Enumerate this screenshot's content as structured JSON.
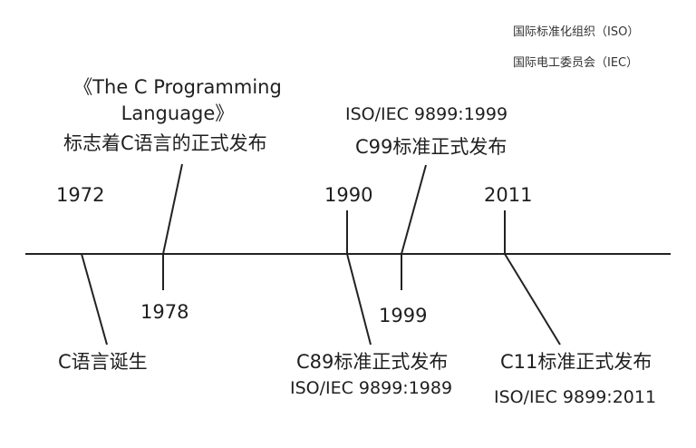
{
  "legend": {
    "iso": "国际标准化组织（ISO）",
    "iec": "国际电工委员会（IEC）"
  },
  "events": [
    {
      "year": "1972",
      "label": "C语言诞生"
    },
    {
      "year": "1978",
      "label_line1": "《The C Programming",
      "label_line2": "Language》",
      "label_line3": "标志着C语言的正式发布"
    },
    {
      "year": "1990",
      "label": "C89标准正式发布",
      "standard": "ISO/IEC 9899:1989"
    },
    {
      "year": "1999",
      "label": "C99标准正式发布",
      "standard": "ISO/IEC 9899:1999"
    },
    {
      "year": "2011",
      "label": "C11标准正式发布",
      "standard": "ISO/IEC 9899:2011"
    }
  ]
}
